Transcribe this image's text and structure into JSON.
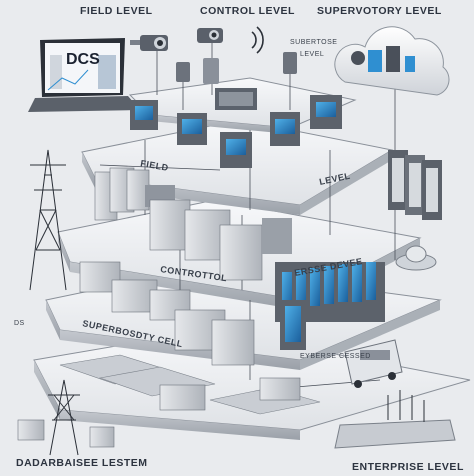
{
  "labels": {
    "field_level_top": "FIELD LEVEL",
    "control_level_top": "CONTROL LEVEL",
    "supervisory_level_top": "SUPERVOTORY LEVEL",
    "subertose_level": "SUBERTOSE\nLEVEL",
    "dcs": "DCS",
    "field_plate": "FIELD",
    "field_plate_tail": "LEVEL",
    "controttol": "CONTROTTOL",
    "ersse_devee": "ERSSE DEVEE",
    "superposity_cell": "SUPERBOSDTY CELL",
    "eyberse_cessed": "EYBERSE CESSED",
    "database_system": "DADARBAISEE LESTEM",
    "enterprise_level": "ENTERPRISE LEVEL",
    "small_side": "DS"
  },
  "colors": {
    "background": "#e9ebee",
    "plate_top": "#f3f4f6",
    "plate_side": "#b8bdc4",
    "screen": "#2f8fd1",
    "device": "#d7dadf",
    "device_dark": "#6d737c",
    "line": "#4a505a"
  }
}
